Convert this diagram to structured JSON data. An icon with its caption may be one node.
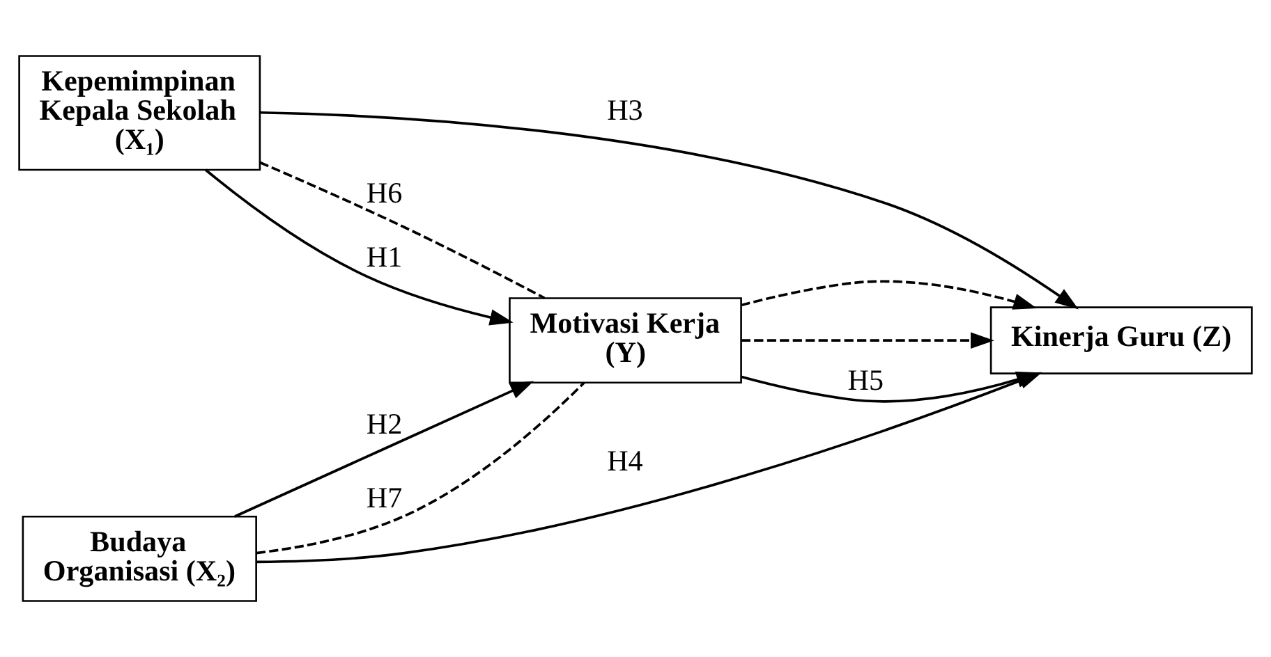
{
  "diagram": {
    "nodes": [
      {
        "text": [
          "Kepemimpinan Kepala Sekolah (X₁)"
        ]
      },
      {
        "text": [
          "Budaya Organisasi (X₂)"
        ]
      },
      {
        "text": [
          "Motivasi Kerja (Y)"
        ]
      },
      {
        "text": [
          "Kinerja Guru (Z)"
        ]
      }
    ],
    "edges": [
      {
        "from": 0,
        "to": 3,
        "arrow": "to",
        "label": "H3"
      },
      {
        "from": 0,
        "to": 2,
        "arrow": "none",
        "label": "H6",
        "style": "dashed"
      },
      {
        "from": 0,
        "to": 2,
        "arrow": "to",
        "label": "H1"
      },
      {
        "from": 1,
        "to": 2,
        "arrow": "to",
        "label": "H2"
      },
      {
        "from": 2,
        "to": 3,
        "arrow": "to",
        "style": "dashed"
      },
      {
        "from": 2,
        "to": 3,
        "arrow": "to",
        "label": "H5"
      },
      {
        "from": 2,
        "to": 3,
        "arrow": "to",
        "style": "dashed"
      },
      {
        "from": 1,
        "to": 2,
        "arrow": "none",
        "label": "H7",
        "style": "dashed"
      },
      {
        "from": 1,
        "to": 3,
        "arrow": "to",
        "label": "H4"
      }
    ]
  }
}
